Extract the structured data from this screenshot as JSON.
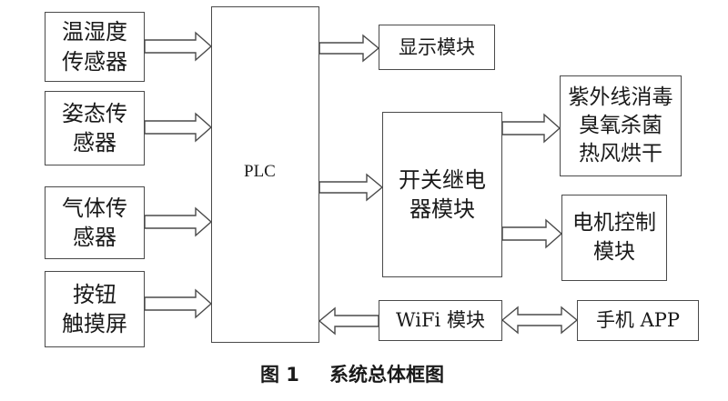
{
  "diagram": {
    "sensors": [
      {
        "lines": [
          "温湿度",
          "传感器"
        ]
      },
      {
        "lines": [
          "姿态传",
          "感器"
        ]
      },
      {
        "lines": [
          "气体传",
          "感器"
        ]
      },
      {
        "lines": [
          "按钮",
          "触摸屏"
        ]
      }
    ],
    "plc_label": "PLC",
    "display_module": "显示模块",
    "relay_module": {
      "lines": [
        "开关继电",
        "器模块"
      ]
    },
    "disinfection": {
      "lines": [
        "紫外线消毒",
        "臭氧杀菌",
        "热风烘干"
      ]
    },
    "motor_control": {
      "lines": [
        "电机控制",
        "模块"
      ]
    },
    "wifi_module": "WiFi 模块",
    "phone_app": "手机 APP"
  },
  "caption": {
    "figure_label": "图 1",
    "title": "系统总体框图"
  },
  "colors": {
    "line": "#4a4a4a",
    "text": "#1a1a1a",
    "background": "#ffffff"
  }
}
